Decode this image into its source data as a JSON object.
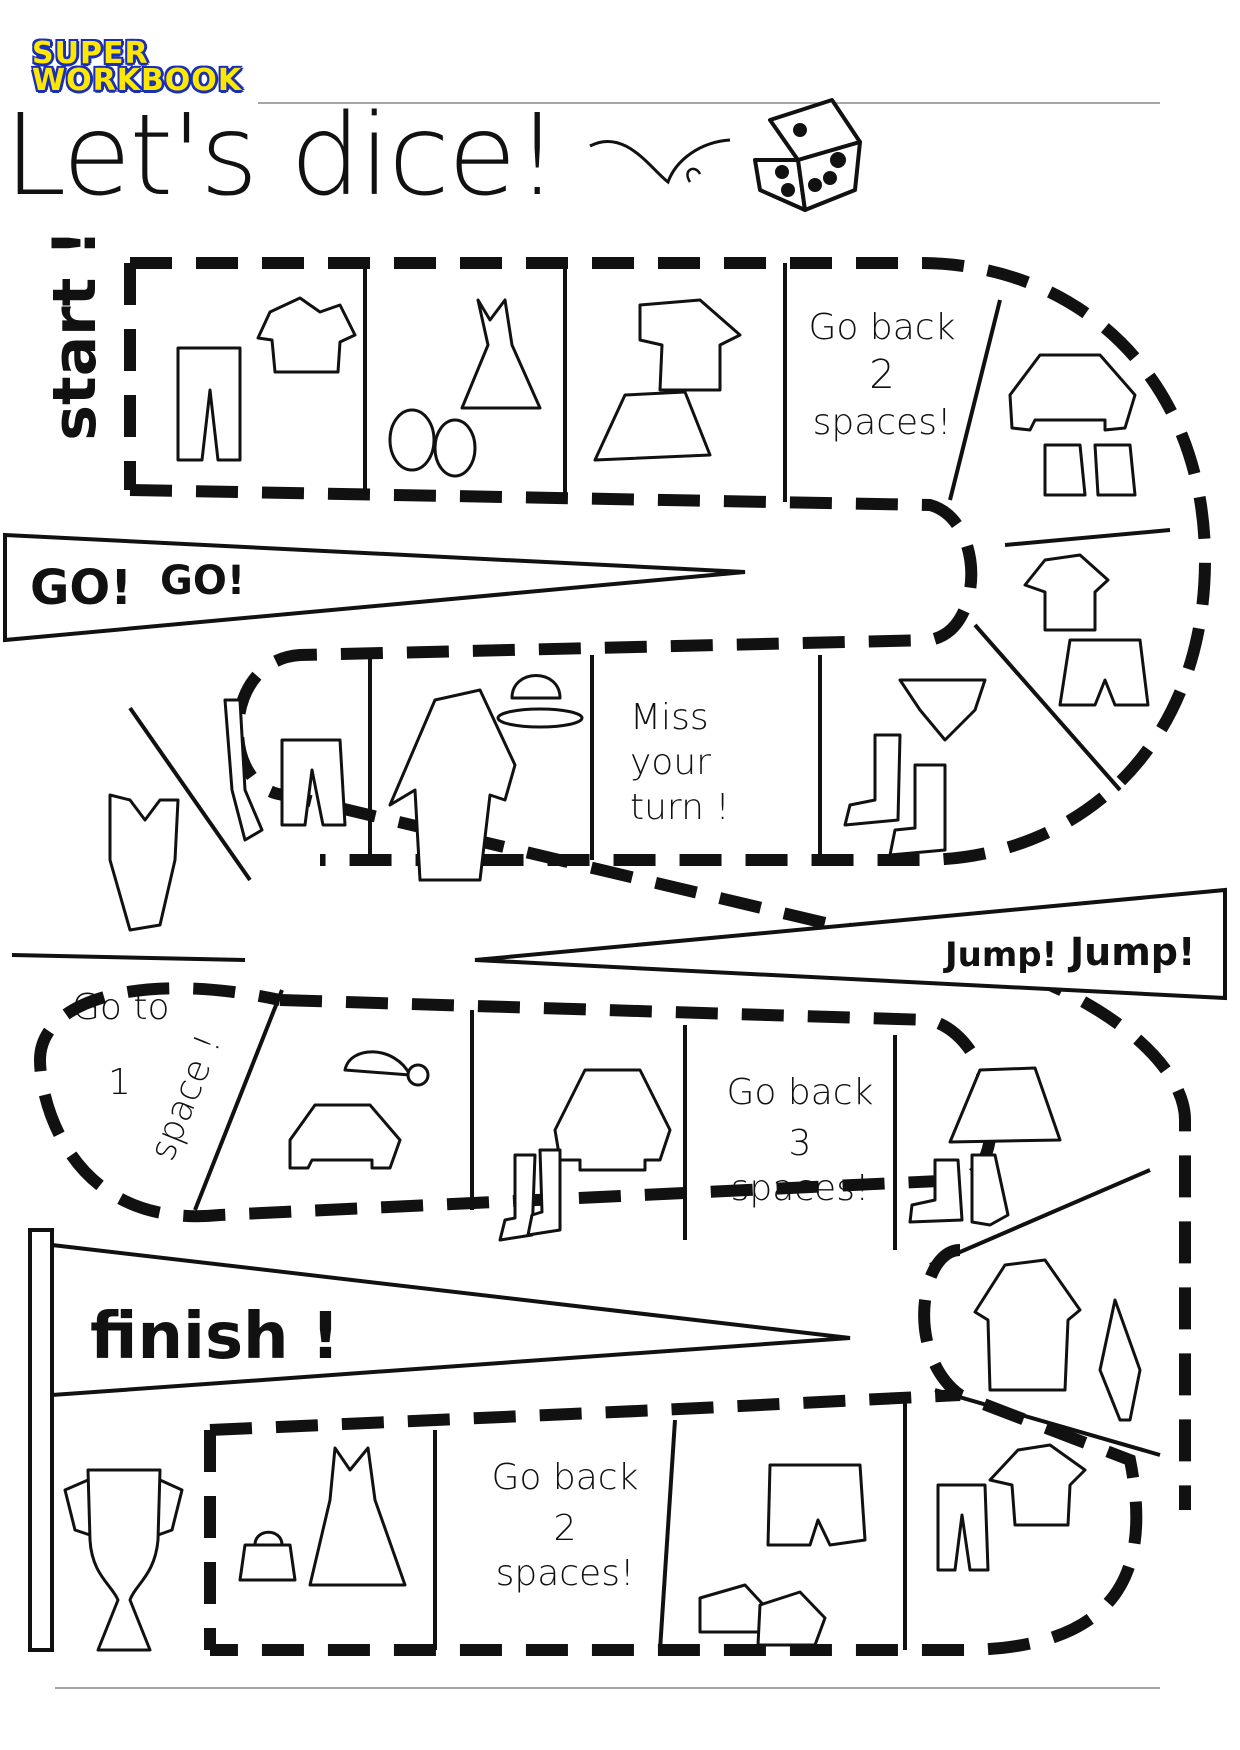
{
  "brand": {
    "line1": "SUPER",
    "line2": "WORKBOOK",
    "logo_color": "#ffe800",
    "logo_outline": "#1a2fb8"
  },
  "title": "Let's dice!",
  "banners": {
    "start": "start !",
    "go": "GO!",
    "go2": "GO!",
    "jump": "Jump!",
    "jump2": "Jump!",
    "finish": "finish !"
  },
  "cells": {
    "back2_top": [
      "Go back",
      "2",
      "spaces!"
    ],
    "miss_turn": [
      "Miss",
      "your",
      "turn !"
    ],
    "goto1": [
      "Go to",
      "1",
      "space !"
    ],
    "back3": [
      "Go back",
      "3",
      "spaces!"
    ],
    "back2_bottom": [
      "Go back",
      "2",
      "spaces!"
    ]
  },
  "picture_cells": [
    {
      "icons": [
        "shirt-icon",
        "pants-icon"
      ]
    },
    {
      "icons": [
        "dress-icon",
        "shoes-icon"
      ]
    },
    {
      "icons": [
        "blouse-icon",
        "skirt-icon"
      ]
    },
    {
      "icons": [
        "sweater-icon",
        "mittens-icon"
      ]
    },
    {
      "icons": [
        "tshirt-icon",
        "shorts-icon"
      ]
    },
    {
      "icons": [
        "underpants-icon",
        "socks-icon"
      ]
    },
    {
      "icons": [
        "coat-icon",
        "hat-icon"
      ]
    },
    {
      "icons": [
        "tie-icon",
        "jeans-icon"
      ]
    },
    {
      "icons": [
        "swimsuit-icon"
      ]
    },
    {
      "icons": [
        "winter-hat-icon",
        "sweater-icon"
      ]
    },
    {
      "icons": [
        "jacket-icon",
        "socks-icon"
      ]
    },
    {
      "icons": [
        "skirt-icon",
        "boots-icon"
      ]
    },
    {
      "icons": [
        "raincoat-icon",
        "umbrella-icon"
      ]
    },
    {
      "icons": [
        "shirt-icon",
        "jeans-icon"
      ]
    },
    {
      "icons": [
        "shorts-icon",
        "sneakers-icon"
      ]
    },
    {
      "icons": [
        "dress-icon",
        "purse-icon"
      ]
    },
    {
      "icons": [
        "trophy-icon"
      ]
    }
  ]
}
